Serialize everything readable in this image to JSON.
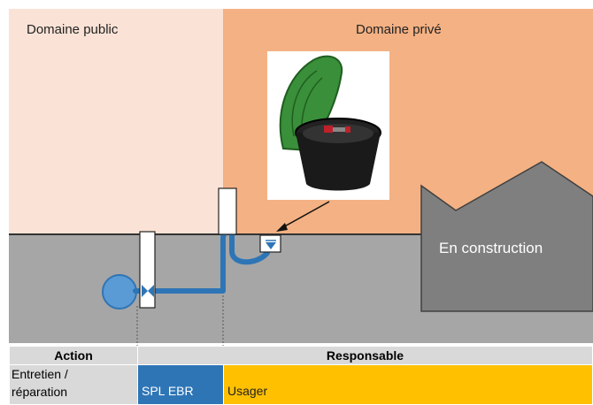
{
  "zones": {
    "public_label": "Domaine public",
    "prive_label": "Domaine privé"
  },
  "building": {
    "label": "En construction"
  },
  "photo": {
    "subject": "valve-box-icon"
  },
  "table": {
    "header_action": "Action",
    "header_responsable": "Responsable",
    "row": {
      "action": "Entretien /\nréparation",
      "spl": "SPL EBR",
      "usager": "Usager"
    }
  },
  "colors": {
    "public": "#fae3d6",
    "prive": "#f4b183",
    "ground": "#a6a6a6",
    "pipe": "#2e75b6",
    "building": "#7f7f7f",
    "spl": "#2e75b6",
    "usager": "#ffc000"
  }
}
